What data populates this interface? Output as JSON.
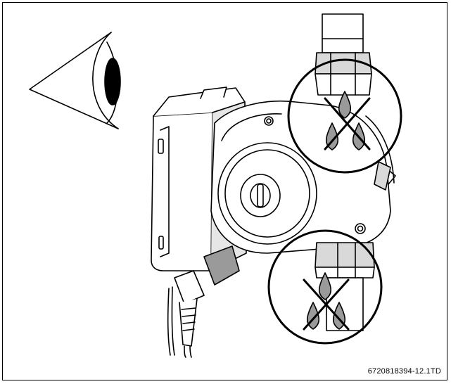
{
  "figure": {
    "document_id": "6720818394-12.1TD",
    "icons": [
      "eye-icon",
      "pump-icon",
      "no-leak-icon-top",
      "no-leak-icon-bottom"
    ],
    "colors": {
      "line": "#000000",
      "body_fill": "#ffffff",
      "shade": "#d9d9d9",
      "dark_shade": "#9a9a9a"
    }
  }
}
